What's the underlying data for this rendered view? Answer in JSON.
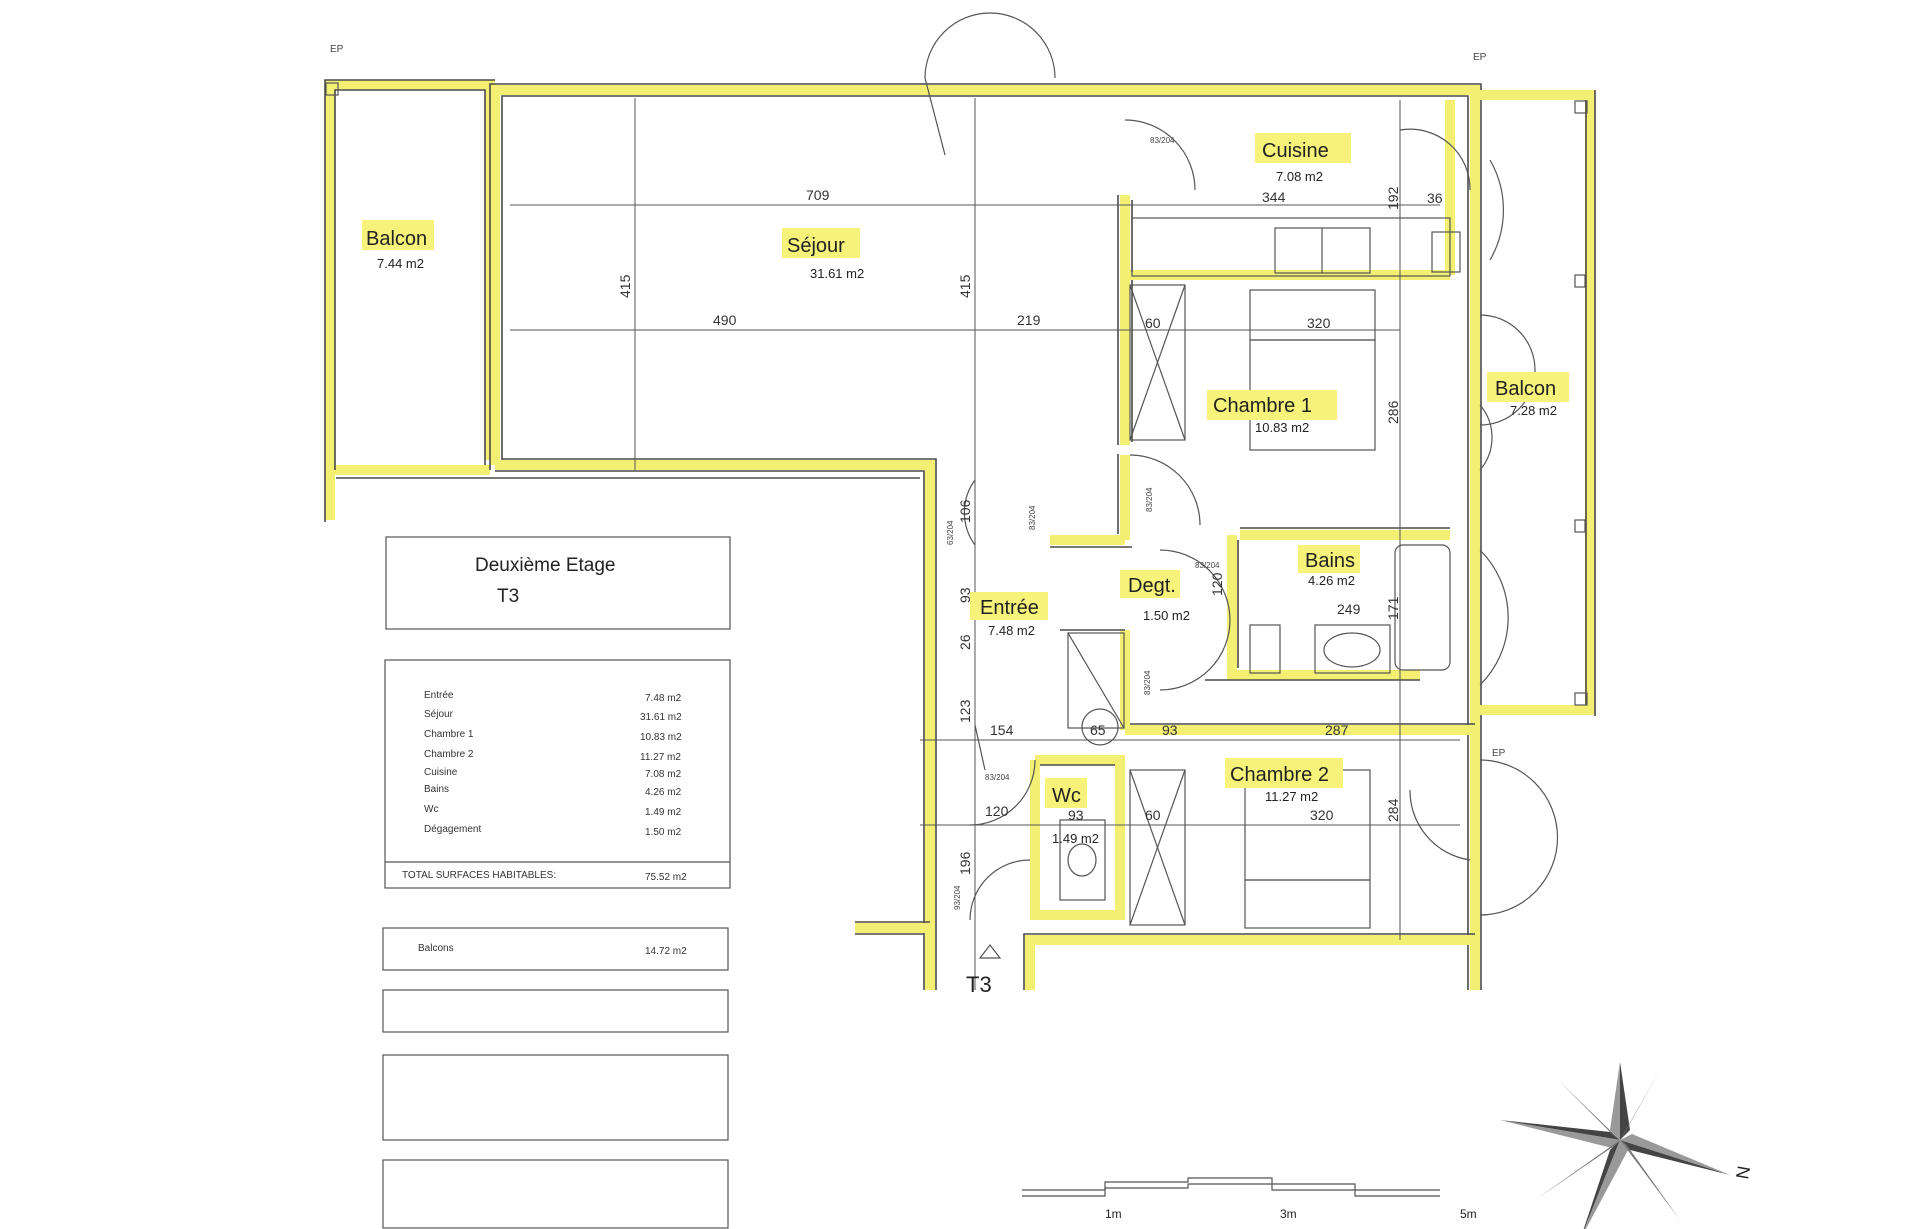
{
  "title": {
    "line1": "Deuxième Etage",
    "line2": "T3"
  },
  "rooms": {
    "balcon_w": {
      "name": "Balcon",
      "area": "7.44 m2"
    },
    "sejour": {
      "name": "Séjour",
      "area": "31.61 m2"
    },
    "cuisine": {
      "name": "Cuisine",
      "area": "7.08 m2"
    },
    "chambre1": {
      "name": "Chambre 1",
      "area": "10.83 m2"
    },
    "balcon_e": {
      "name": "Balcon",
      "area": "7.28 m2"
    },
    "bains": {
      "name": "Bains",
      "area": "4.26 m2"
    },
    "degt": {
      "name": "Degt.",
      "area": "1.50 m2"
    },
    "entree": {
      "name": "Entrée",
      "area": "7.48 m2"
    },
    "wc": {
      "name": "Wc",
      "area": "1.49 m2"
    },
    "chambre2": {
      "name": "Chambre 2",
      "area": "11.27 m2"
    }
  },
  "dimensions": {
    "d709": "709",
    "d344": "344",
    "d192": "192",
    "d36": "36",
    "d415a": "415",
    "d415b": "415",
    "d490": "490",
    "d219": "219",
    "d60a": "60",
    "d320a": "320",
    "d286": "286",
    "d106": "106",
    "d93a": "93",
    "d26": "26",
    "d120a": "120",
    "d249": "249",
    "d171": "171",
    "d123": "123",
    "d154": "154",
    "d65": "65",
    "d93b": "93",
    "d287": "287",
    "d93c": "93",
    "d60b": "60",
    "d320b": "320",
    "d284": "284",
    "d120b": "120",
    "d196": "196"
  },
  "door_codes": {
    "c1": "83/204",
    "c2": "83/204",
    "c3": "83/204",
    "c4": "63/204",
    "c5": "83/204",
    "c6": "83/204",
    "c7": "83/204",
    "c8": "93/204"
  },
  "markers": {
    "ep1": "EP",
    "ep2": "EP",
    "ep3": "EP",
    "entry": "T3"
  },
  "area_table": {
    "rows": [
      {
        "label": "Entrée",
        "value": "7.48 m2"
      },
      {
        "label": "Séjour",
        "value": "31.61 m2"
      },
      {
        "label": "Chambre 1",
        "value": "10.83 m2"
      },
      {
        "label": "Chambre 2",
        "value": "11.27 m2"
      },
      {
        "label": "Cuisine",
        "value": "7.08 m2"
      },
      {
        "label": "Bains",
        "value": "4.26 m2"
      },
      {
        "label": "Wc",
        "value": "1.49 m2"
      },
      {
        "label": "Dégagement",
        "value": "1.50 m2"
      }
    ],
    "total_label": "TOTAL SURFACES HABITABLES:",
    "total_value": "75.52 m2"
  },
  "balcons_box": {
    "label": "Balcons",
    "value": "14.72 m2"
  },
  "scale_bar": {
    "l1": "1m",
    "l2": "3m",
    "l3": "5m"
  },
  "compass": {
    "north": "N"
  },
  "colors": {
    "highlight": "#f6f27a",
    "wall": "#f2ef72",
    "line": "#4a4a4a"
  }
}
